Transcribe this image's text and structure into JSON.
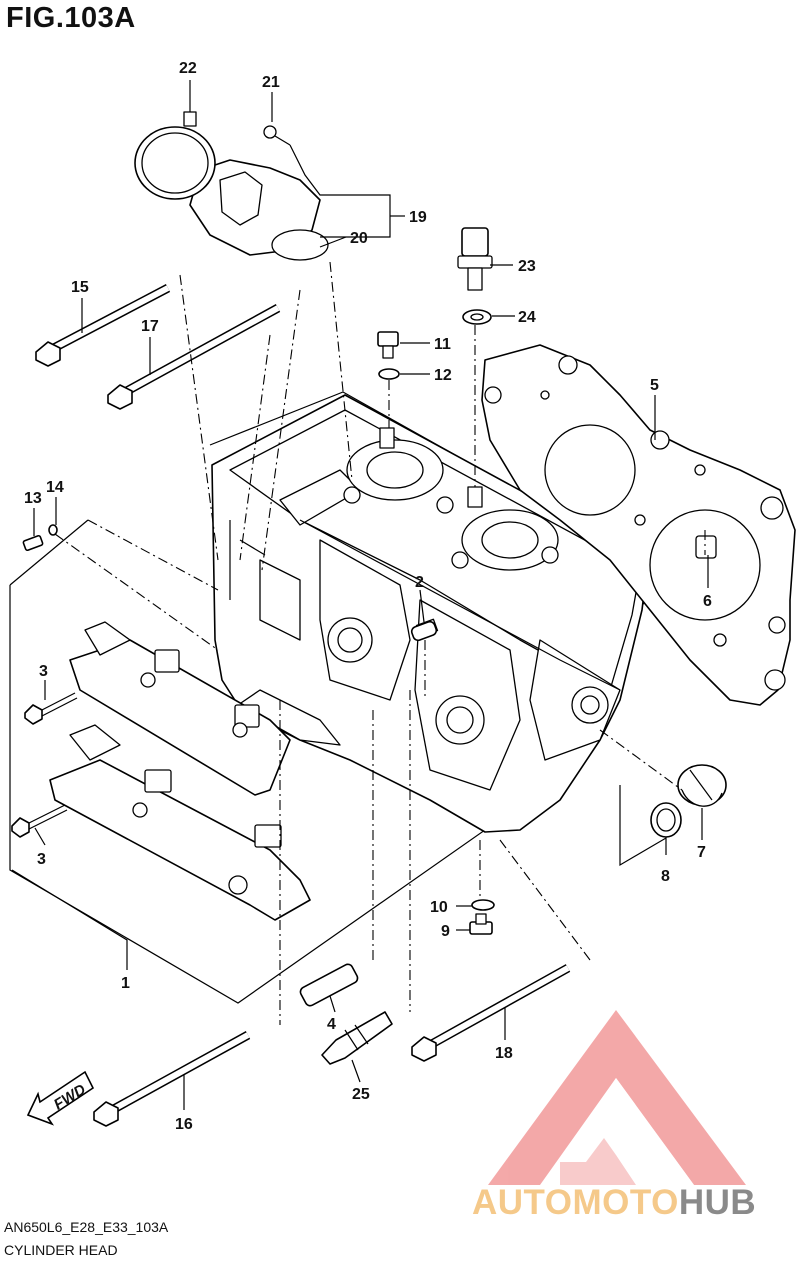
{
  "figure": {
    "title": "FIG.103A",
    "model_code": "AN650L6_E28_E33_103A",
    "subtitle": "CYLINDER HEAD",
    "fwd_label": "FWD"
  },
  "callouts": {
    "c1": "1",
    "c2": "2",
    "c3a": "3",
    "c3b": "3",
    "c4": "4",
    "c5": "5",
    "c6": "6",
    "c7": "7",
    "c8": "8",
    "c9": "9",
    "c10": "10",
    "c11": "11",
    "c12": "12",
    "c13": "13",
    "c14": "14",
    "c15": "15",
    "c16": "16",
    "c17": "17",
    "c18": "18",
    "c19": "19",
    "c20": "20",
    "c21": "21",
    "c22": "22",
    "c23": "23",
    "c24": "24",
    "c25": "25"
  },
  "watermark": {
    "part1": "AUTOMOTO",
    "part2": "HUB",
    "colors": {
      "triangle": "#f08a8a",
      "text_light": "#f5c98a",
      "text_mid": "#f0a0a0",
      "text_dark": "#8a8a8a"
    }
  }
}
